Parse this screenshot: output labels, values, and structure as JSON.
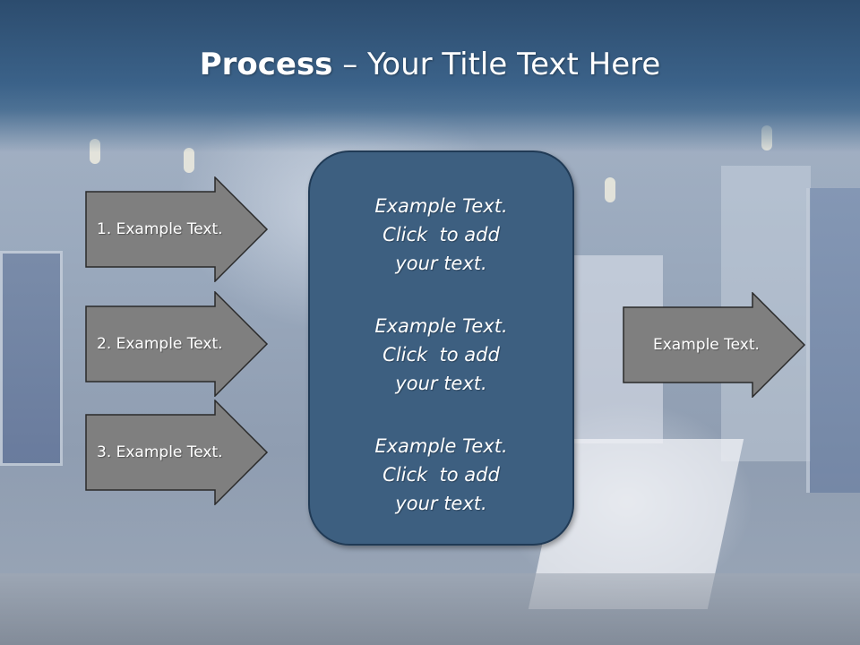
{
  "title": {
    "bold": "Process",
    "rest": " – Your Title Text Here"
  },
  "left_arrows": [
    {
      "label": "1. Example Text."
    },
    {
      "label": "2. Example Text."
    },
    {
      "label": "3. Example Text."
    }
  ],
  "center_box": {
    "paragraphs": [
      {
        "lines": [
          "Example Text.",
          "Click  to add",
          "your text."
        ]
      },
      {
        "lines": [
          "Example Text.",
          "Click  to add",
          "your text."
        ]
      },
      {
        "lines": [
          "Example Text.",
          "Click  to add",
          "your text."
        ]
      }
    ]
  },
  "right_arrow": {
    "label": "Example Text."
  },
  "colors": {
    "title_band": "#3b6289",
    "center_box_fill": "#3d5f80",
    "center_box_border": "#203a55",
    "arrow_fill": "#7f7f7f",
    "arrow_border": "#2a2a2a",
    "text": "#ffffff"
  }
}
